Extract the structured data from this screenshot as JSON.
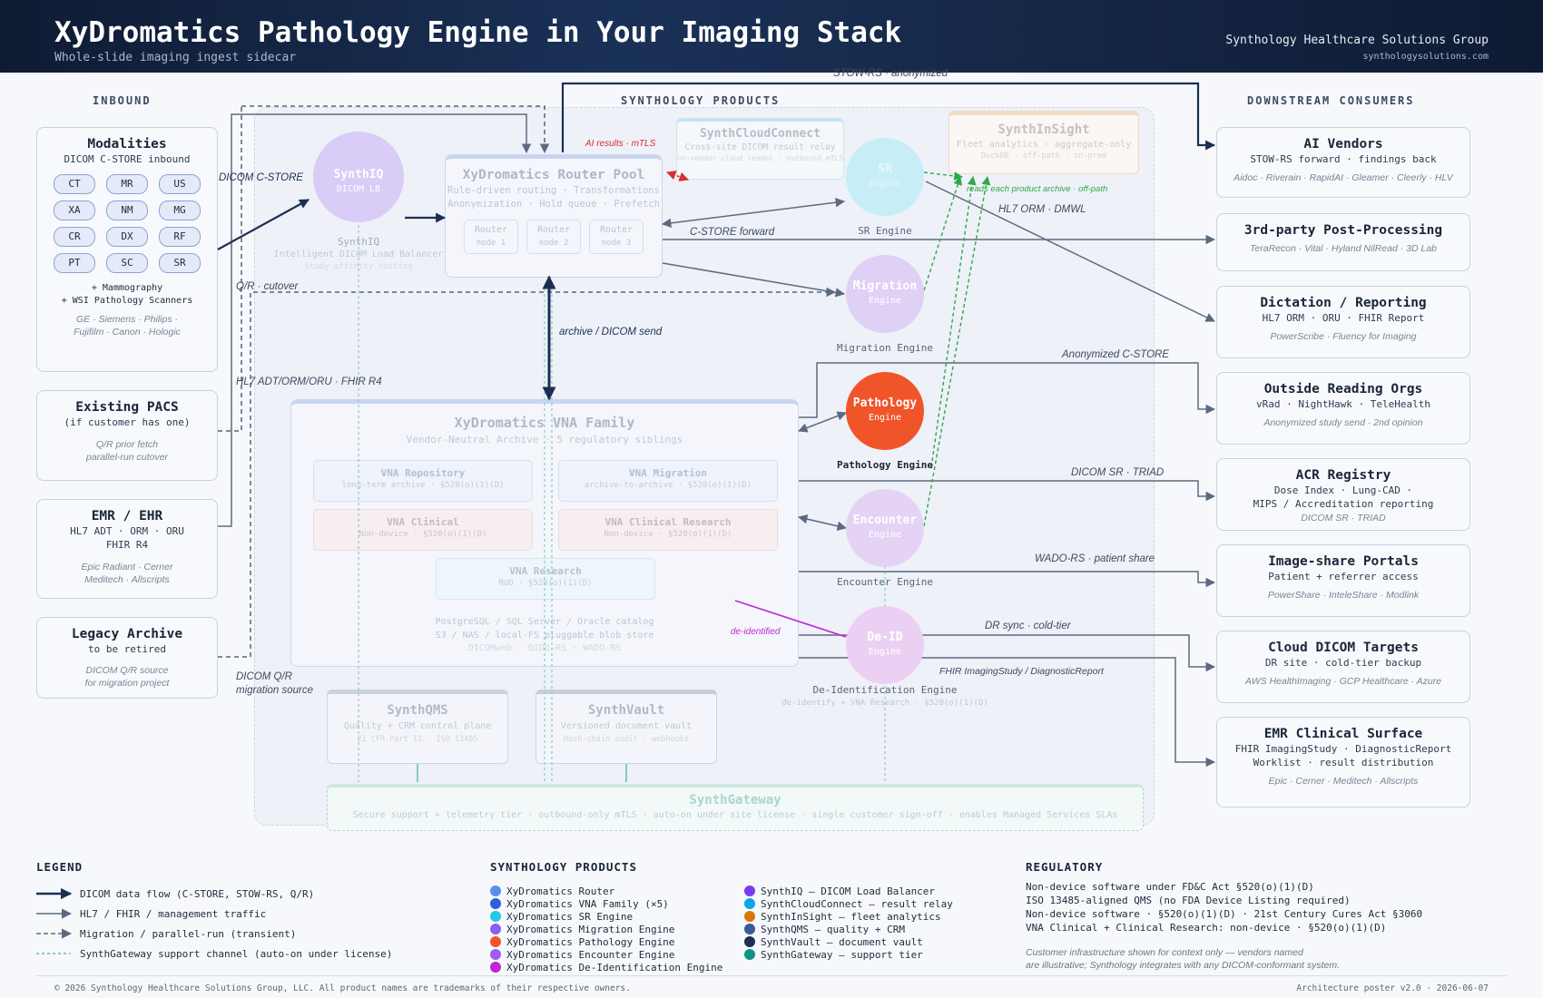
{
  "header": {
    "title": "XyDromatics Pathology Engine in Your Imaging Stack",
    "subtitle": "Whole-slide imaging ingest sidecar",
    "org": "Synthology Healthcare Solutions Group",
    "website": "synthologysolutions.com"
  },
  "columns": {
    "inbound": "INBOUND",
    "products": "SYNTHOLOGY PRODUCTS",
    "downstream": "DOWNSTREAM CONSUMERS"
  },
  "inbound": {
    "modalities": {
      "title": "Modalities",
      "subtitle": "DICOM C-STORE inbound",
      "chips": [
        "CT",
        "MR",
        "US",
        "XA",
        "NM",
        "MG",
        "CR",
        "DX",
        "RF",
        "PT",
        "SC",
        "SR"
      ],
      "extra1": "+ Mammography",
      "extra2": "+ WSI Pathology Scanners",
      "vendors1": "GE · Siemens · Philips ·",
      "vendors2": "Fujifilm · Canon · Hologic"
    },
    "pacs": {
      "title": "Existing PACS",
      "subtitle": "(if customer has one)",
      "vendors1": "Q/R prior fetch",
      "vendors2": "parallel-run cutover"
    },
    "emr": {
      "title": "EMR / EHR",
      "sub1": "HL7 ADT · ORM · ORU",
      "sub2": "FHIR R4",
      "vendors1": "Epic Radiant · Cerner",
      "vendors2": "Meditech · Allscripts"
    },
    "legacy": {
      "title": "Legacy Archive",
      "subtitle": "to be retired",
      "vendors1": "DICOM Q/R source",
      "vendors2": "for migration project"
    }
  },
  "products": {
    "synthiq": {
      "name": "SynthIQ",
      "inner": "DICOM LB",
      "label": "SynthIQ",
      "desc": "Intelligent DICOM Load Balancer",
      "desc2": "Study-affinity routing"
    },
    "router": {
      "title": "XyDromatics Router Pool",
      "sub1": "Rule-driven routing · Transformations",
      "sub2": "Anonymization · Hold queue · Prefetch",
      "node_label": "Router",
      "nodes": [
        "node 1",
        "node 2",
        "node 3"
      ]
    },
    "cloudconnect": {
      "title": "SynthCloudConnect",
      "sub": "Cross-site DICOM result relay",
      "sub2": "on-vendor cloud tenant · outbound mTLS"
    },
    "insight": {
      "title": "SynthInSight",
      "sub": "Fleet analytics · aggregate-only",
      "sub2": "DuckDB · off-path · on-prem"
    },
    "vna": {
      "title": "XyDromatics VNA Family",
      "subtitle": "Vendor-Neutral Archive · 5 regulatory siblings",
      "siblings": [
        {
          "name": "VNA Repository",
          "sub": "long-term archive · §520(o)(1)(D)"
        },
        {
          "name": "VNA Migration",
          "sub": "archive-to-archive · §520(o)(1)(D)"
        },
        {
          "name": "VNA Clinical",
          "sub": "Non-device · §520(o)(1)(D)"
        },
        {
          "name": "VNA Clinical Research",
          "sub": "Non-device · §520(o)(1)(D)"
        },
        {
          "name": "VNA Research",
          "sub": "RUO · §520(o)(1)(D)"
        }
      ],
      "footer1": "PostgreSQL / SQL Server / Oracle catalog",
      "footer2": "S3 / NAS / local-FS pluggable blob store",
      "footer3": "DICOMweb · QIDO-RS · WADO-RS"
    },
    "qms": {
      "title": "SynthQMS",
      "sub": "Quality + CRM control plane",
      "sub2": "21 CFR Part 11 · ISO 13485"
    },
    "vault": {
      "title": "SynthVault",
      "sub": "Versioned document vault",
      "sub2": "Hash-chain audit · webhooks"
    },
    "gateway": {
      "title": "SynthGateway",
      "sub": "Secure support + telemetry tier · outbound-only mTLS · auto-on under site license · single customer sign-off · enables Managed Services SLAs"
    }
  },
  "engines": {
    "sr": {
      "name": "SR",
      "inner": "Engine",
      "label": "SR Engine"
    },
    "migration": {
      "name": "Migration",
      "inner": "Engine",
      "label": "Migration Engine"
    },
    "pathology": {
      "name": "Pathology",
      "inner": "Engine",
      "label": "Pathology Engine"
    },
    "encounter": {
      "name": "Encounter",
      "inner": "Engine",
      "label": "Encounter Engine"
    },
    "deid": {
      "name": "De-ID",
      "inner": "Engine",
      "label": "De-Identification Engine",
      "desc": "de-identify + VNA Research · §520(o)(1)(D)"
    }
  },
  "flow_labels": {
    "dicom_cstore": "DICOM C-STORE",
    "qr_cutover": "Q/R · cutover",
    "hl7": "HL7 ADT/ORM/ORU · FHIR R4",
    "dicom_qr": "DICOM Q/R",
    "migration_source": "migration source",
    "ai_results": "AI results · mTLS",
    "stow_anon": "STOW-RS · anonymized",
    "cstore_forward": "C-STORE forward",
    "archive_send": "archive / DICOM send",
    "hl7_orm": "HL7 ORM · DMWL",
    "reads_archive": "reads each product archive · off-path",
    "anon_cstore": "Anonymized C-STORE",
    "dicom_sr_triad": "DICOM SR · TRIAD",
    "wado_share": "WADO-RS · patient share",
    "dr_sync": "DR sync · cold-tier",
    "fhir_imaging": "FHIR ImagingStudy / DiagnosticReport",
    "de_identified": "de-identified"
  },
  "downstream": [
    {
      "title": "AI Vendors",
      "sub1": "STOW-RS forward · findings back",
      "sub2": "",
      "vendors": "Aidoc · Riverain · RapidAI · Gleamer · Cleerly · HLV"
    },
    {
      "title": "3rd-party Post-Processing",
      "sub1": "",
      "sub2": "",
      "vendors": "TeraRecon · Vital · Hyland NilRead · 3D Lab"
    },
    {
      "title": "Dictation / Reporting",
      "sub1": "HL7 ORM · ORU · FHIR Report",
      "sub2": "",
      "vendors": "PowerScribe · Fluency for Imaging"
    },
    {
      "title": "Outside Reading Orgs",
      "sub1": "vRad · NightHawk · TeleHealth",
      "sub2": "",
      "vendors": "Anonymized study send · 2nd opinion"
    },
    {
      "title": "ACR Registry",
      "sub1": "Dose Index · Lung-CAD ·",
      "sub2": "MIPS / Accreditation reporting",
      "vendors": "DICOM SR · TRIAD"
    },
    {
      "title": "Image-share Portals",
      "sub1": "Patient + referrer access",
      "sub2": "",
      "vendors": "PowerShare · InteleShare · Modlink"
    },
    {
      "title": "Cloud DICOM Targets",
      "sub1": "DR site · cold-tier backup",
      "sub2": "",
      "vendors": "AWS HealthImaging · GCP Healthcare · Azure"
    },
    {
      "title": "EMR Clinical Surface",
      "sub1": "FHIR ImagingStudy · DiagnosticReport",
      "sub2": "Worklist · result distribution",
      "vendors": "Epic · Cerner · Meditech · Allscripts"
    }
  ],
  "legend": {
    "title": "LEGEND",
    "items": [
      "DICOM data flow (C-STORE, STOW-RS, Q/R)",
      "HL7 / FHIR / management traffic",
      "Migration / parallel-run (transient)",
      "SynthGateway support channel (auto-on under license)"
    ]
  },
  "product_legend": {
    "title": "SYNTHOLOGY PRODUCTS",
    "col1": [
      {
        "label": "XyDromatics Router",
        "color": "#5b8def"
      },
      {
        "label": "XyDromatics VNA Family (×5)",
        "color": "#2f5fd8"
      },
      {
        "label": "XyDromatics SR Engine",
        "color": "#22c9e0"
      },
      {
        "label": "XyDromatics Migration Engine",
        "color": "#8b5cf6"
      },
      {
        "label": "XyDromatics Pathology Engine",
        "color": "#f0552a"
      },
      {
        "label": "XyDromatics Encounter Engine",
        "color": "#9d5cf0"
      },
      {
        "label": "XyDromatics De-Identification Engine",
        "color": "#c026d3"
      }
    ],
    "col2": [
      {
        "label": "SynthIQ — DICOM Load Balancer",
        "color": "#7c3aed"
      },
      {
        "label": "SynthCloudConnect — result relay",
        "color": "#0ea5e9"
      },
      {
        "label": "SynthInSight — fleet analytics",
        "color": "#d97706"
      },
      {
        "label": "SynthQMS — quality + CRM",
        "color": "#3b5b94"
      },
      {
        "label": "SynthVault — document vault",
        "color": "#1e2f52"
      },
      {
        "label": "SynthGateway — support tier",
        "color": "#0d9488"
      }
    ]
  },
  "regulatory": {
    "title": "REGULATORY",
    "lines": [
      "Non-device software under FD&C Act §520(o)(1)(D)",
      "ISO 13485-aligned QMS (no FDA Device Listing required)",
      "Non-device software · §520(o)(1)(D) · 21st Century Cures Act §3060",
      "VNA Clinical + Clinical Research: non-device · §520(o)(1)(D)"
    ],
    "note1": "Customer infrastructure shown for context only — vendors named",
    "note2": "are illustrative; Synthology integrates with any DICOM-conformant system."
  },
  "footer": {
    "copyright": "© 2026 Synthology Healthcare Solutions Group, LLC. All product names are trademarks of their respective owners.",
    "version": "Architecture poster v2.0 · 2026-06-07"
  },
  "colors": {
    "dicom_flow": "#1b2f52",
    "hl7_flow": "#5c6a80",
    "gateway": "#5fbfae",
    "insight_link": "#2ea84a",
    "ai_result": "#d93030",
    "deid_link": "#c026d3",
    "pathology": "#f0552a"
  }
}
